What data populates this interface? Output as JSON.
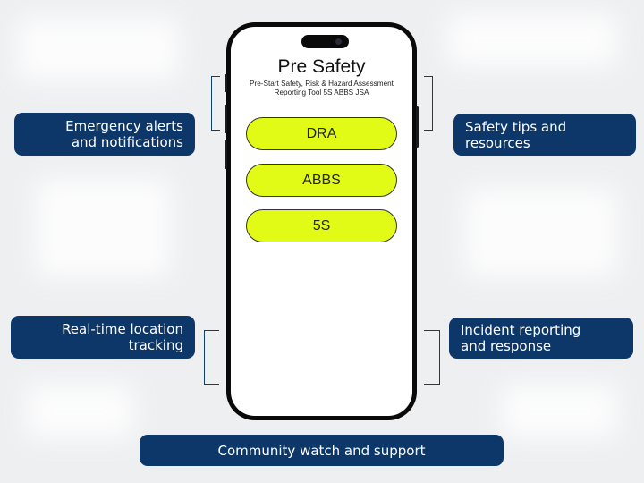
{
  "app": {
    "title": "Pre Safety",
    "subtitle_line1": "Pre-Start Safety, Risk & Hazard Assessment",
    "subtitle_line2": "Reporting Tool 5S ABBS JSA",
    "buttons": [
      "DRA",
      "ABBS",
      "5S"
    ]
  },
  "features": {
    "emergency": [
      "Emergency alerts",
      "and notifications"
    ],
    "safety_tips": [
      "Safety tips and",
      "resources"
    ],
    "location": [
      "Real-time location",
      "tracking"
    ],
    "incident": [
      "Incident reporting",
      "and response"
    ],
    "community": "Community watch and support"
  },
  "colors": {
    "label_bg": "#0d3768",
    "button_fill": "#e1fb16",
    "background": "#eeeff1"
  }
}
